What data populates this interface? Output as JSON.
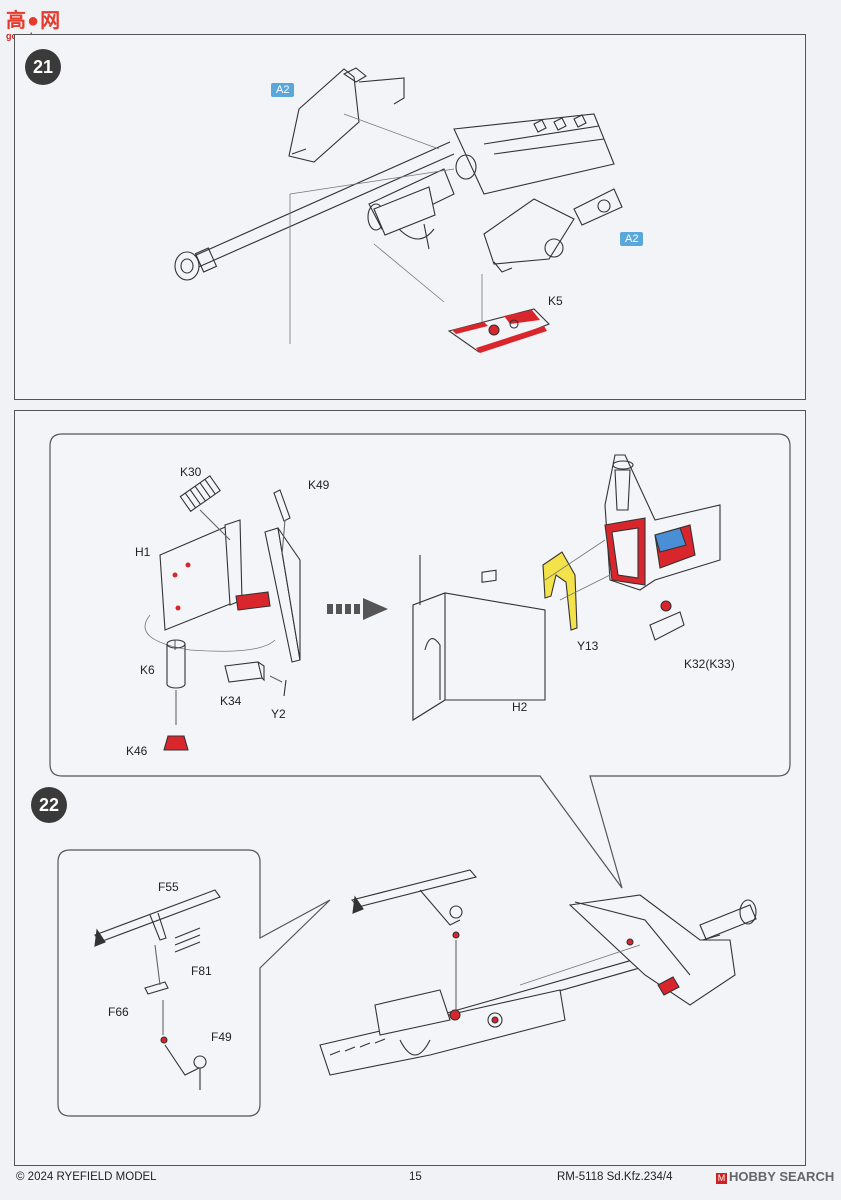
{
  "watermark": {
    "top_text": "高●网",
    "sub_text": "goo.shop.com"
  },
  "step21": {
    "number": "21",
    "callouts": [
      "A2",
      "A2"
    ],
    "parts": {
      "k5": "K5"
    }
  },
  "step22": {
    "number": "22",
    "parts": {
      "k30": "K30",
      "k49": "K49",
      "h1": "H1",
      "k6": "K6",
      "k34": "K34",
      "y2": "Y2",
      "k46": "K46",
      "y13": "Y13",
      "k32": "K32(K33)",
      "h2": "H2",
      "f55": "F55",
      "f81": "F81",
      "f66": "F66",
      "f49": "F49"
    }
  },
  "footer": {
    "copyright": "© 2024 RYEFIELD MODEL",
    "page": "15",
    "product": "RM-5118 Sd.Kfz.234/4",
    "search_brand": "HOBBY SEARCH"
  },
  "colors": {
    "red": "#d9262c",
    "yellow": "#f3e24a",
    "blue": "#4a8fd6",
    "step_badge": "#3a3a3a",
    "callout": "#5aa7dc"
  }
}
